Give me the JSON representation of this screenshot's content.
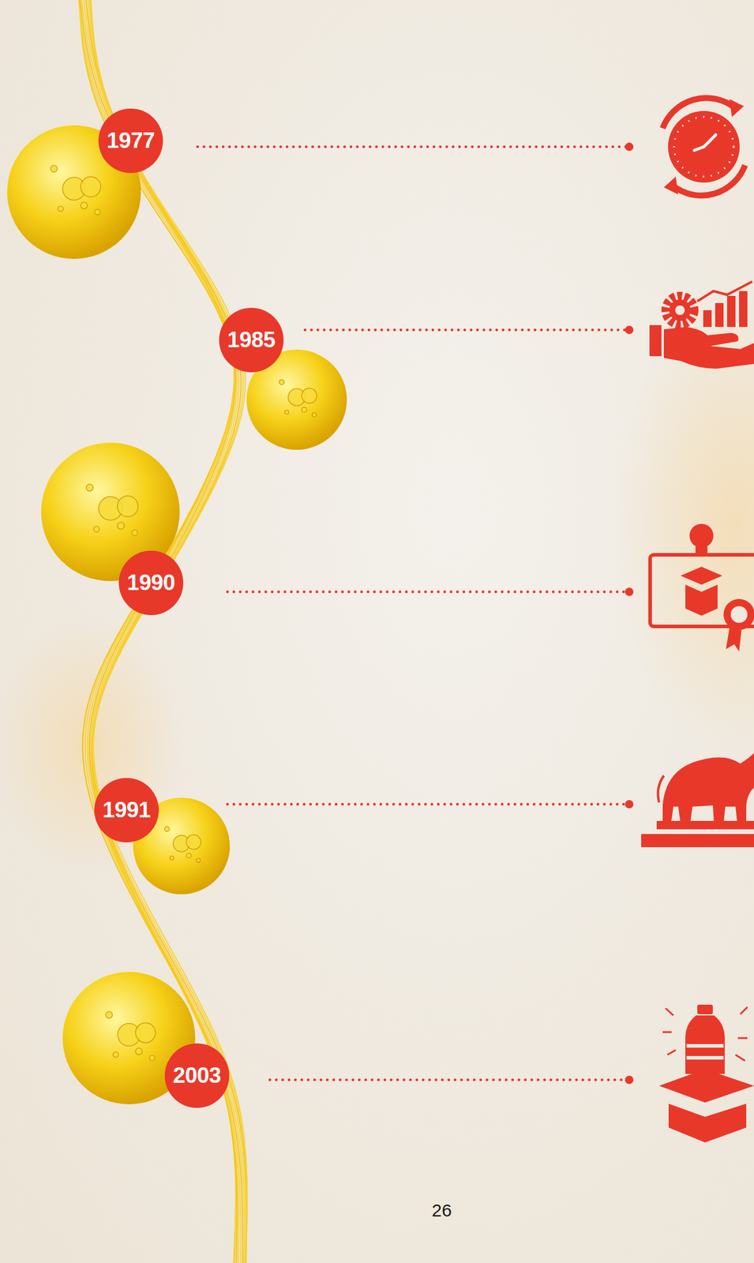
{
  "diagram": {
    "nodes": [
      {
        "text": [
          "1977"
        ]
      },
      {
        "text": [
          "1985"
        ]
      },
      {
        "text": [
          "1990"
        ]
      },
      {
        "text": [
          "1991"
        ]
      },
      {
        "text": [
          "2003"
        ]
      }
    ],
    "labels": [
      "26"
    ]
  }
}
